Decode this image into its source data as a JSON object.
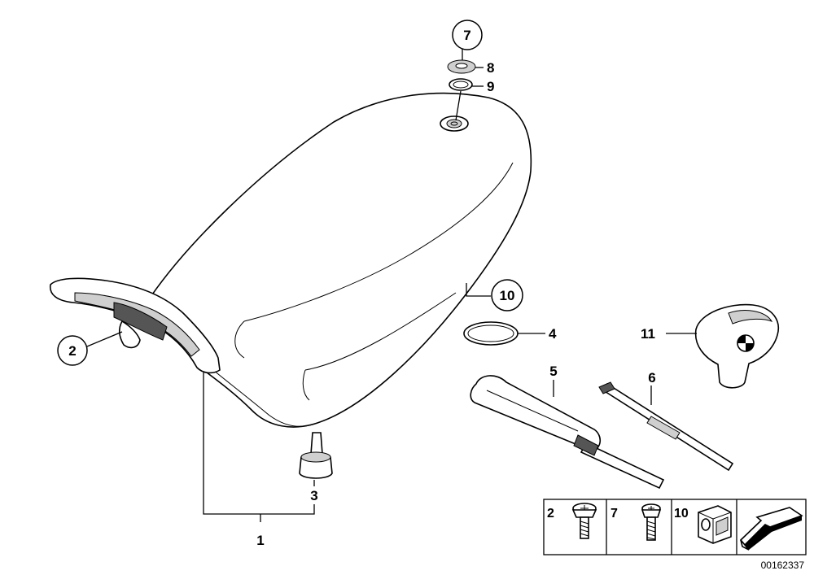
{
  "diagram": {
    "callouts": [
      {
        "id": "1",
        "text": "1"
      },
      {
        "id": "2",
        "text": "2"
      },
      {
        "id": "3",
        "text": "3"
      },
      {
        "id": "4",
        "text": "4"
      },
      {
        "id": "5",
        "text": "5"
      },
      {
        "id": "6",
        "text": "6"
      },
      {
        "id": "7",
        "text": "7"
      },
      {
        "id": "8",
        "text": "8"
      },
      {
        "id": "9",
        "text": "9"
      },
      {
        "id": "10",
        "text": "10"
      },
      {
        "id": "11",
        "text": "11"
      }
    ],
    "legend": {
      "items": [
        "2",
        "7",
        "10"
      ]
    },
    "drawing_number": "00162337"
  }
}
